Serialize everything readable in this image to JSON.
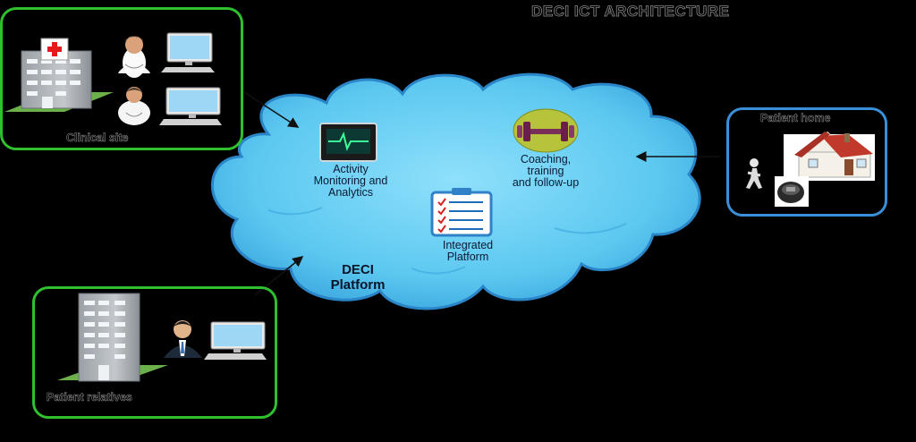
{
  "title": "DECI ICT ARCHITECTURE",
  "clinical_site": {
    "label": "Clinical site"
  },
  "patient_home": {
    "label": "Patient home"
  },
  "patient_relatives": {
    "label": "Patient relatives"
  },
  "cloud": {
    "activity": {
      "line1": "Activity",
      "line2": "Monitoring and",
      "line3": "Analytics"
    },
    "coaching": {
      "line1": "Coaching,",
      "line2": "training",
      "line3": "and follow-up"
    },
    "integrated": {
      "line1": "Integrated",
      "line2": "Platform"
    },
    "platform": {
      "line1": "DECI",
      "line2": "Platform"
    }
  },
  "colors": {
    "background": "#000000",
    "site_border": "#2fbf2f",
    "home_border": "#3a8fd8",
    "cloud_fill": "#5cc8f0",
    "cloud_edge": "#2a86c8"
  },
  "icons": [
    "hospital-icon",
    "doctor-icon",
    "computer-icon",
    "monitor-ecg-icon",
    "dumbbell-icon",
    "clipboard-checklist-icon",
    "house-icon",
    "walking-person-icon",
    "wearable-sensor-icon",
    "office-building-icon",
    "businessman-icon"
  ]
}
